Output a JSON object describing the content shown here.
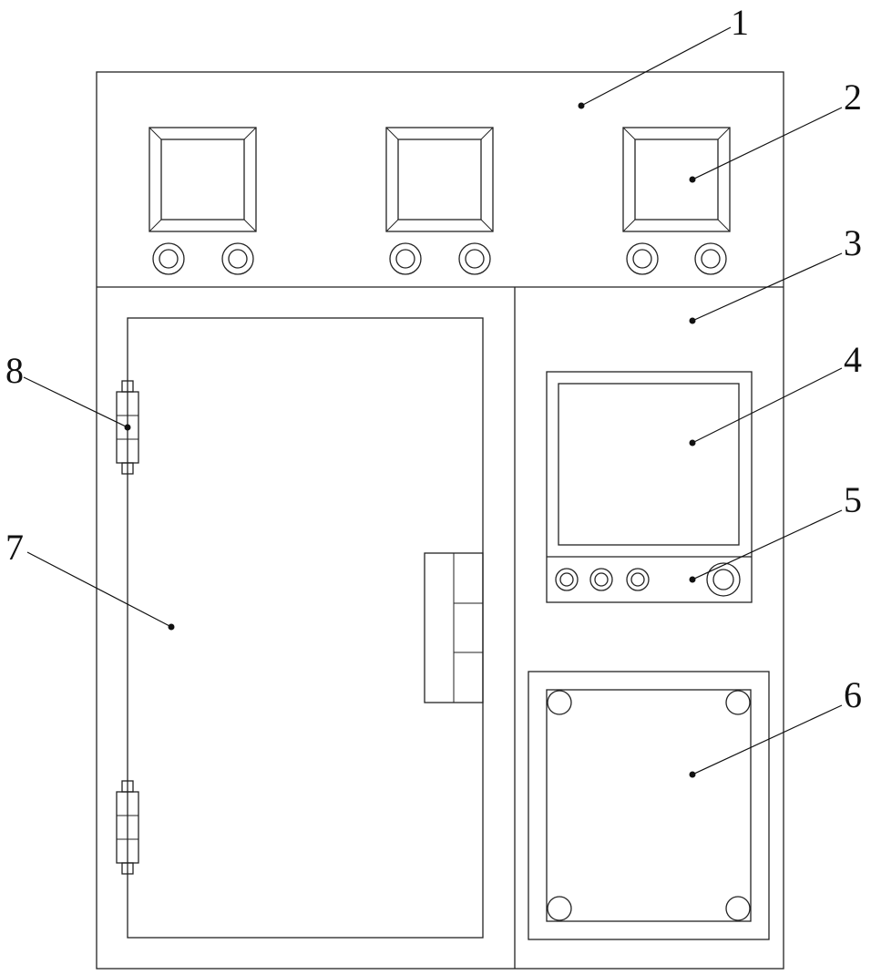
{
  "labels": {
    "l1": "1",
    "l2": "2",
    "l3": "3",
    "l4": "4",
    "l5": "5",
    "l6": "6",
    "l7": "7",
    "l8": "8"
  },
  "colors": {
    "line": "#222222",
    "background": "#ffffff"
  }
}
